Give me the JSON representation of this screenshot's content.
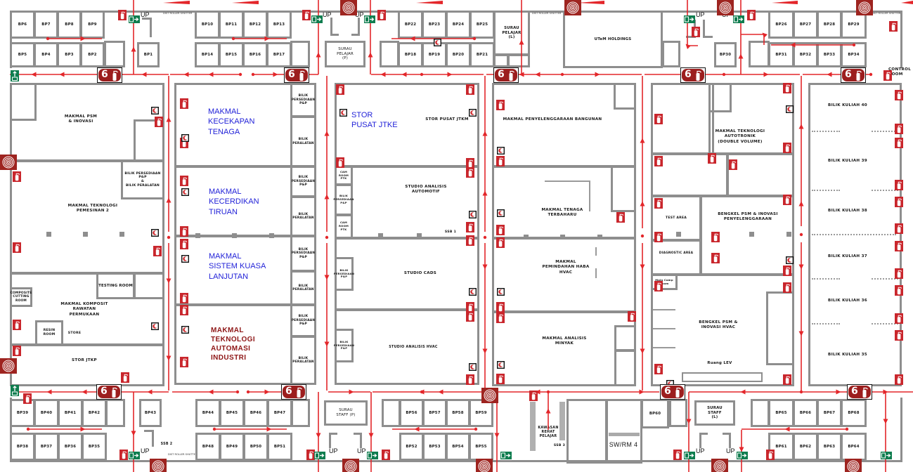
{
  "symbols": {
    "fire_point_number": "6",
    "up": "UP",
    "roller_shutter": "DIST ROLLER SHUTTER",
    "icon_types": [
      "fire-extinguisher-icon",
      "break-glass-alarm-icon",
      "hose-reel-icon",
      "fire-point-icon",
      "exit-sign-icon"
    ]
  },
  "colors": {
    "route": "#e3262a",
    "extinguisher": "#c9262c",
    "fire_point": "#9c1e1e",
    "exit": "#0f7d4f",
    "wall": "#8e8e8e",
    "overlay_blue": "#2222d8",
    "overlay_maroon": "#8e1616"
  },
  "rooms": {
    "bp1": "BP1",
    "bp2": "BP2",
    "bp3": "BP3",
    "bp4": "BP4",
    "bp5": "BP5",
    "bp6": "BP6",
    "bp7": "BP7",
    "bp8": "BP8",
    "bp9": "BP9",
    "bp10": "BP10",
    "bp11": "BP11",
    "bp12": "BP12",
    "bp13": "BP13",
    "bp14": "BP14",
    "bp15": "BP15",
    "bp16": "BP16",
    "bp17": "BP17",
    "bp18": "BP18",
    "bp19": "BP19",
    "bp20": "BP20",
    "bp21": "BP21",
    "bp22": "BP22",
    "bp23": "BP23",
    "bp24": "BP24",
    "bp25": "BP25",
    "bp26": "BP26",
    "bp27": "BP27",
    "bp28": "BP28",
    "bp29": "BP29",
    "bp30": "BP30",
    "bp31": "BP31",
    "bp32": "BP32",
    "bp33": "BP33",
    "bp34": "BP34",
    "bp35": "BP35",
    "bp36": "BP36",
    "bp37": "BP37",
    "bp38": "BP38",
    "bp39": "BP39",
    "bp40": "BP40",
    "bp41": "BP41",
    "bp42": "BP42",
    "bp43": "BP43",
    "bp44": "BP44",
    "bp45": "BP45",
    "bp46": "BP46",
    "bp47": "BP47",
    "bp48": "BP48",
    "bp49": "BP49",
    "bp50": "BP50",
    "bp51": "BP51",
    "bp52": "BP52",
    "bp53": "BP53",
    "bp54": "BP54",
    "bp55": "BP55",
    "bp56": "BP56",
    "bp57": "BP57",
    "bp58": "BP58",
    "bp59": "BP59",
    "bp60": "BP60",
    "bp61": "BP61",
    "bp62": "BP62",
    "bp63": "BP63",
    "bp64": "BP64",
    "bp65": "BP65",
    "bp66": "BP66",
    "bp67": "BP67",
    "bp68": "BP68",
    "surau_pelajar_p": "SURAU\nPELAJAR\n(P)",
    "surau_pelajar_l": "SURAU\nPELAJAR\n(L)",
    "surau_staff_p": "SURAU\nSTAFF (P)",
    "surau_staff_l": "SURAU\nSTAFF\n(L)",
    "utem_holdings": "UTeM HOLDINGS",
    "control_room": "CONTROL\nROOM",
    "kawasan_rehat": "KAWASAN\nREHAT\nPELAJAR",
    "ssb1": "SSB 1",
    "ssb2": "SSB 2",
    "ssb3": "SSB 3",
    "sw_rm4": "SW/RM 4",
    "makmal_psm_inovasi": "MAKMAL  PSM\n& INOVASI",
    "bilik_persediaan_peralatan": "BILIK PERSEDIAAN\nP&P\n&\nBILIK PERALATAN",
    "makmal_pemesinan_2": "MAKMAL TEKNOLOGI\nPEMESINAN 2",
    "testing_room": "TESTING ROOM",
    "composite_cutting_room": "COMPOSITE\nCUTTING\nROOM",
    "makmal_komposit": "MAKMAL KOMPOSIT\nRAWATAN\nPERMUKAAN",
    "resin_room": "RESIN ROOM",
    "store": "STORE",
    "stor_jtkp": "STOR JTKP",
    "bilik_persediaan_pp": "BILIK\nPERSEDIAAN\nP&P",
    "bilik_peralatan": "BILIK\nPERALATAN",
    "stor_pusat_jtkm": "STOR PUSAT JTKM",
    "cam_room_ptk": "CAM\nROOM\nPTK",
    "bilik_persediaan_pp_short": "BILIK\nPERSEDIAAN\nP&P",
    "studio_automotif": "STUDIO ANALISIS\nAUTOMOTIF",
    "studio_cads": "STUDIO CADS",
    "studio_hvac": "STUDIO ANALISIS HVAC",
    "makmal_bangunan": "MAKMAL PENYELENGGARAAN BANGUNAN",
    "makmal_tenaga_terbaharu": "MAKMAL TENAGA\nTERBAHARU",
    "makmal_haba": "MAKMAL\nPEMINDAHAN HABA\nHVAC",
    "makmal_minyak": "MAKMAL ANALISIS\nMINYAK",
    "makmal_autotronik": "MAKMAL TEKNOLOGI\nAUTOTRONIK\n(DOUBLE VOLUME)",
    "test_area": "TEST AREA",
    "diagnostic_area": "DIAGNOSTIC AREA",
    "bengkel_penyelenggaraan": "BENGKEL PSM & INOVASI\nPENYELENGGARAAN",
    "main_comp_room": "Main Comp\nRoom",
    "bengkel_hvac": "BENGKEL PSM &\nINOVASI HVAC",
    "ruang_lev": "Ruang LEV",
    "bilik_kuliah_40": "BILIK KULIAH 40",
    "bilik_kuliah_39": "BILIK KULIAH 39",
    "bilik_kuliah_38": "BILIK KULIAH 38",
    "bilik_kuliah_37": "BILIK KULIAH 37",
    "bilik_kuliah_36": "BILIK KULIAH 36",
    "bilik_kuliah_35": "BILIK KULIAH 35"
  },
  "overlay_labels": {
    "kecekapan_tenaga": "MAKMAL\nKECEKAPAN\nTENAGA",
    "kecerdikan_tiruan": "MAKMAL\nKECERDIKAN\nTIRUAN",
    "sistem_kuasa": "MAKMAL\nSISTEM KUASA\nLANJUTAN",
    "automasi_industri": "MAKMAL\nTEKNOLOGI\nAUTOMASI\nINDUSTRI",
    "stor_pusat_jtke": "STOR\nPUSAT JTKE"
  }
}
